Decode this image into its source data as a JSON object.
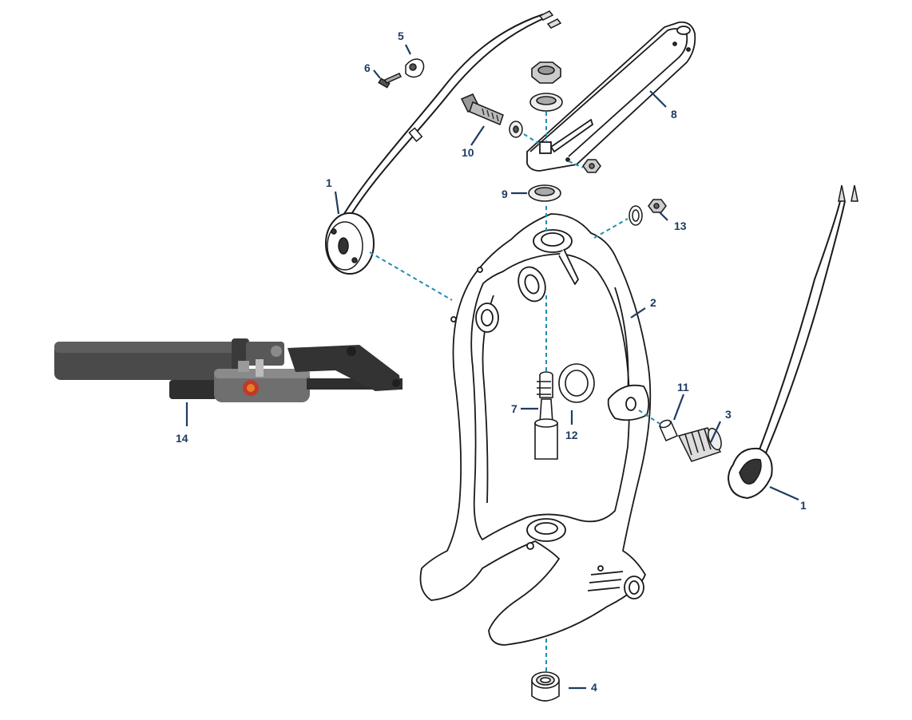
{
  "colors": {
    "line": "#1a1a1a",
    "callout": "#1f3b63",
    "leader_dashed": "#1f8fb0",
    "part_fill": "#ffffff",
    "photo_dark": "#3d3d3d",
    "photo_mid": "#6e6e6e",
    "photo_accent": "#c0392b"
  },
  "callouts": {
    "c1a": "1",
    "c1b": "1",
    "c2": "2",
    "c3": "3",
    "c4": "4",
    "c5": "5",
    "c6": "6",
    "c7": "7",
    "c8": "8",
    "c9": "9",
    "c10": "10",
    "c11": "11",
    "c12": "12",
    "c13": "13",
    "c14": "14"
  }
}
